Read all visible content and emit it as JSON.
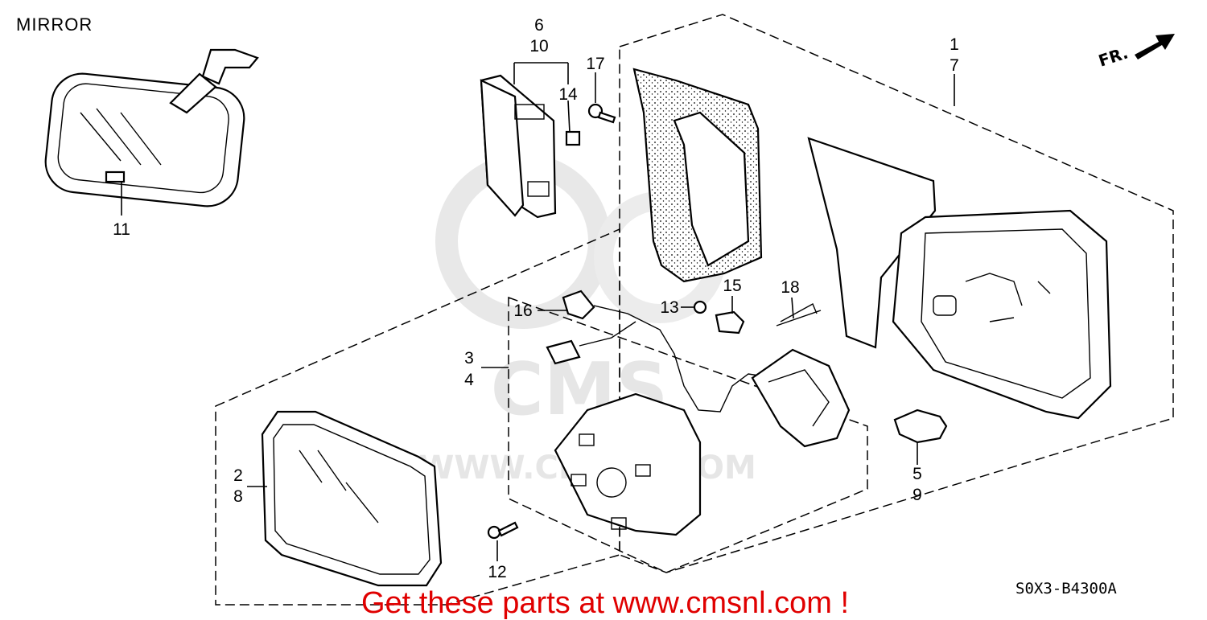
{
  "diagram": {
    "title": "MIRROR",
    "diagram_code": "S0X3-B4300A",
    "promo_text": "Get these parts at www.cmsnl.com !",
    "watermark": {
      "brand": "CMS",
      "url": "WWW.CMSNL.COM"
    },
    "direction": {
      "text": "FR."
    },
    "callouts": [
      {
        "id": "c-11",
        "text": "11"
      },
      {
        "id": "c-6",
        "text": "6"
      },
      {
        "id": "c-10",
        "text": "10"
      },
      {
        "id": "c-14",
        "text": "14"
      },
      {
        "id": "c-17",
        "text": "17"
      },
      {
        "id": "c-1",
        "text": "1"
      },
      {
        "id": "c-7",
        "text": "7"
      },
      {
        "id": "c-16",
        "text": "16"
      },
      {
        "id": "c-15",
        "text": "15"
      },
      {
        "id": "c-18",
        "text": "18"
      },
      {
        "id": "c-13",
        "text": "13"
      },
      {
        "id": "c-3",
        "text": "3"
      },
      {
        "id": "c-4",
        "text": "4"
      },
      {
        "id": "c-2",
        "text": "2"
      },
      {
        "id": "c-8",
        "text": "8"
      },
      {
        "id": "c-5",
        "text": "5"
      },
      {
        "id": "c-9",
        "text": "9"
      },
      {
        "id": "c-12",
        "text": "12"
      }
    ]
  }
}
